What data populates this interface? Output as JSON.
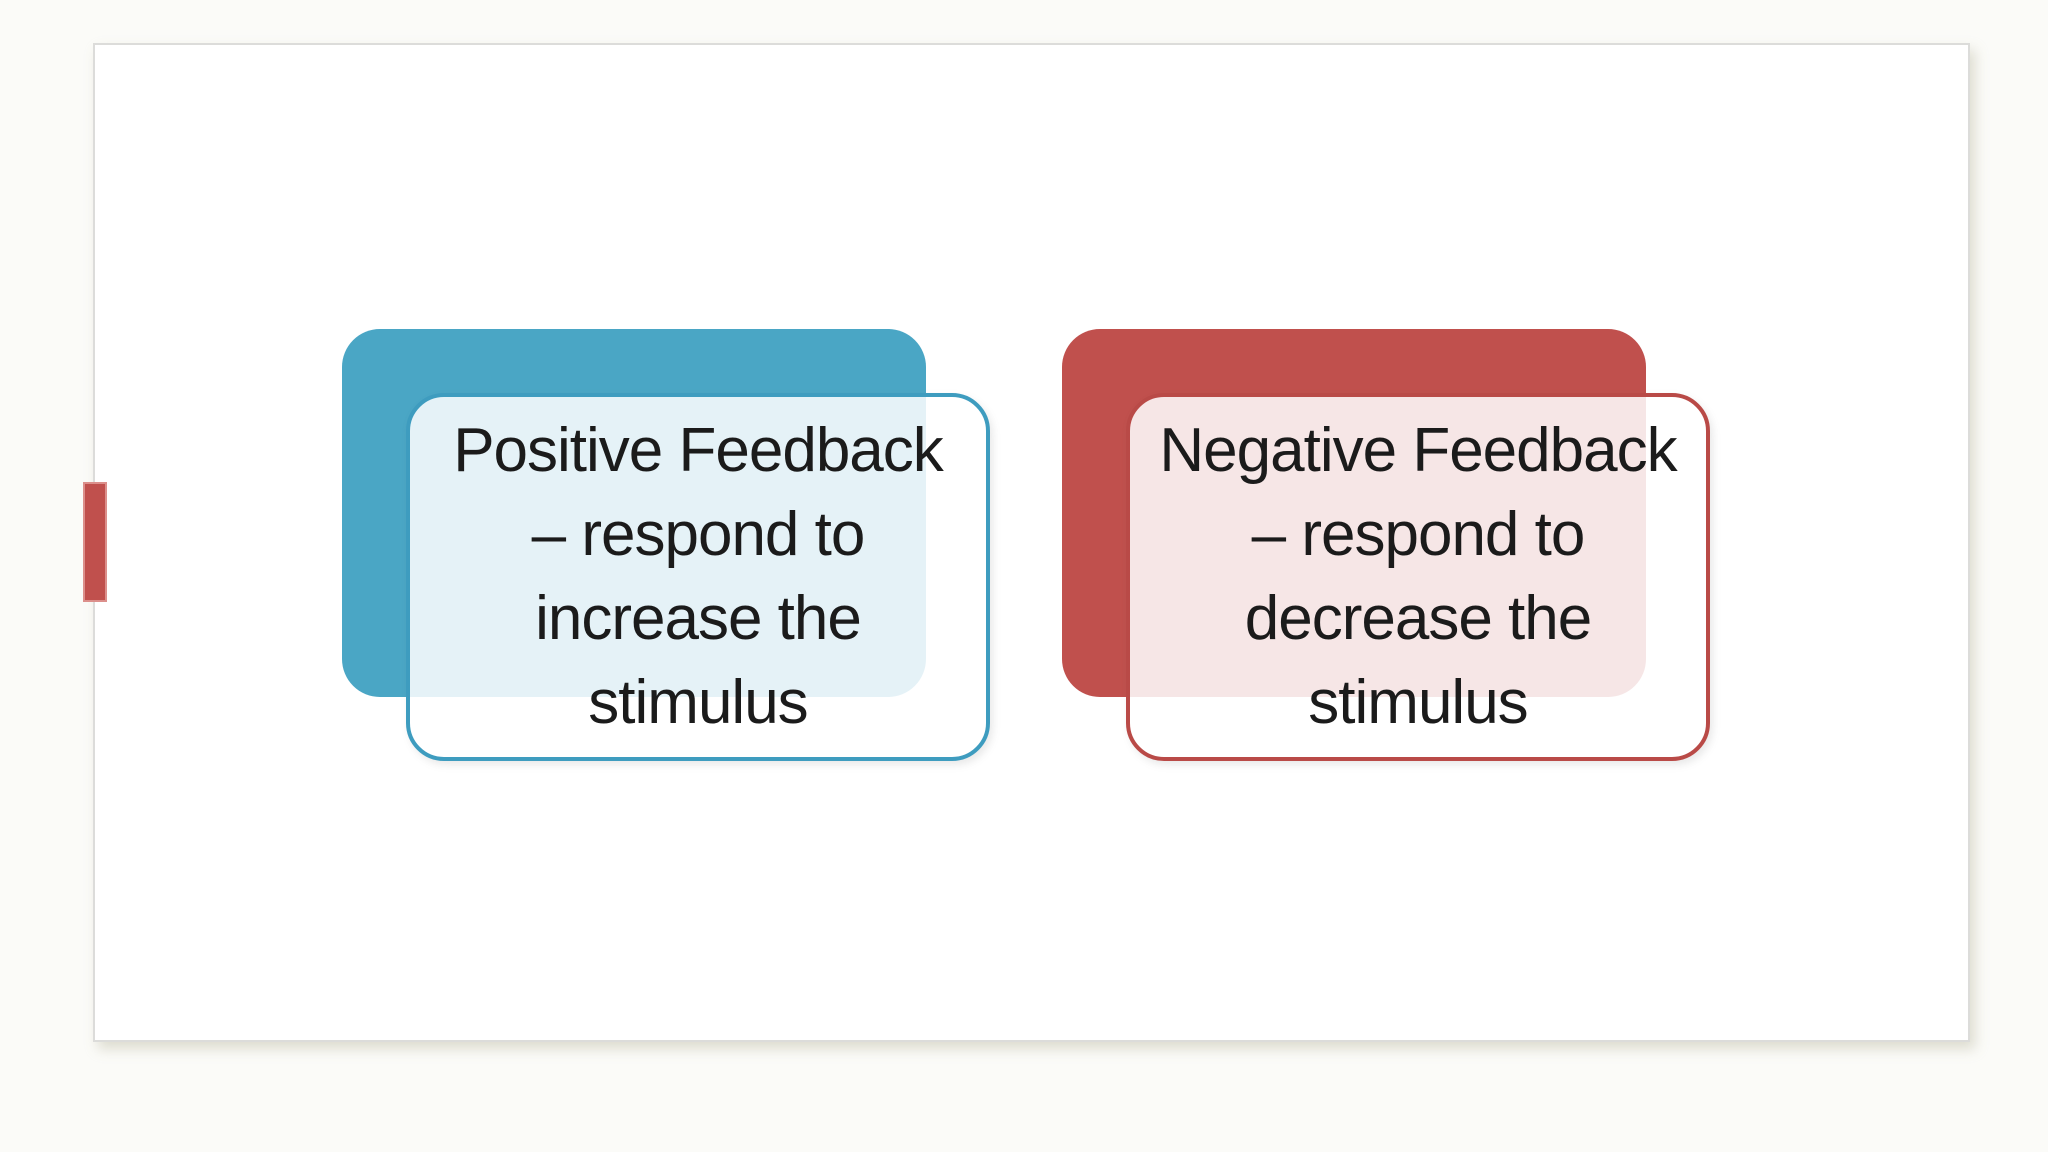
{
  "theme": {
    "page-bg": "#FBFBF8",
    "slide-bg": "#FFFFFF",
    "slide-border": "#DCDCDA",
    "teal": "#4AA6C5",
    "teal-border": "#3E9CBF",
    "red": "#C0504D",
    "red-border": "#B94A47",
    "front-fill": "rgba(255,255,255,0.86)",
    "text": "#1B1B1B",
    "accent-bar": "#C0504D"
  },
  "cards": [
    {
      "id": "positive-feedback",
      "color": "#4AA6C5",
      "lines": [
        "Positive Feedback",
        "– respond to",
        "increase the",
        "stimulus"
      ]
    },
    {
      "id": "negative-feedback",
      "color": "#C0504D",
      "lines": [
        "Negative Feedback",
        "– respond to",
        "decrease the",
        "stimulus"
      ]
    }
  ]
}
